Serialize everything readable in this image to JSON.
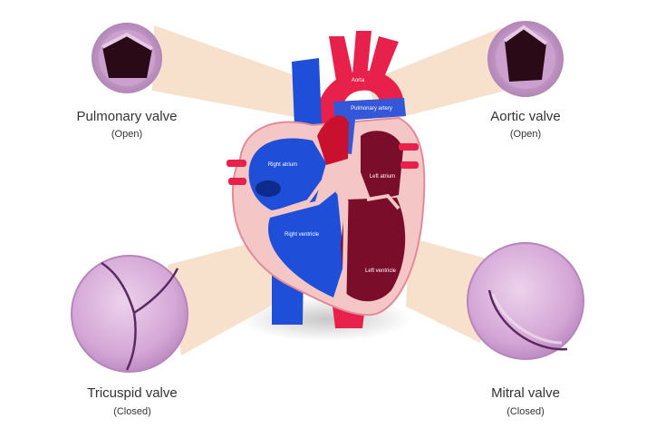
{
  "colors": {
    "oxygenated": "#e8214c",
    "deoxygenated": "#1f4fd8",
    "chamber_dark": "#7a0d2a",
    "tissue": "#f4c6c6",
    "beam": "#f6dcc4",
    "valve_fill": "#d6a9d6",
    "valve_edge": "#b07bb8"
  },
  "valves": {
    "pulmonary": {
      "name": "Pulmonary valve",
      "state": "(Open)"
    },
    "aortic": {
      "name": "Aortic valve",
      "state": "(Open)"
    },
    "tricuspid": {
      "name": "Tricuspid valve",
      "state": "(Closed)"
    },
    "mitral": {
      "name": "Mitral valve",
      "state": "(Closed)"
    }
  },
  "heart_labels": {
    "aorta": "Aorta",
    "pulmonary_artery": "Pulmonary artery",
    "right_atrium": "Right atrium",
    "left_atrium": "Left atrium",
    "right_ventricle": "Right ventricle",
    "left_ventricle": "Left ventricle"
  }
}
